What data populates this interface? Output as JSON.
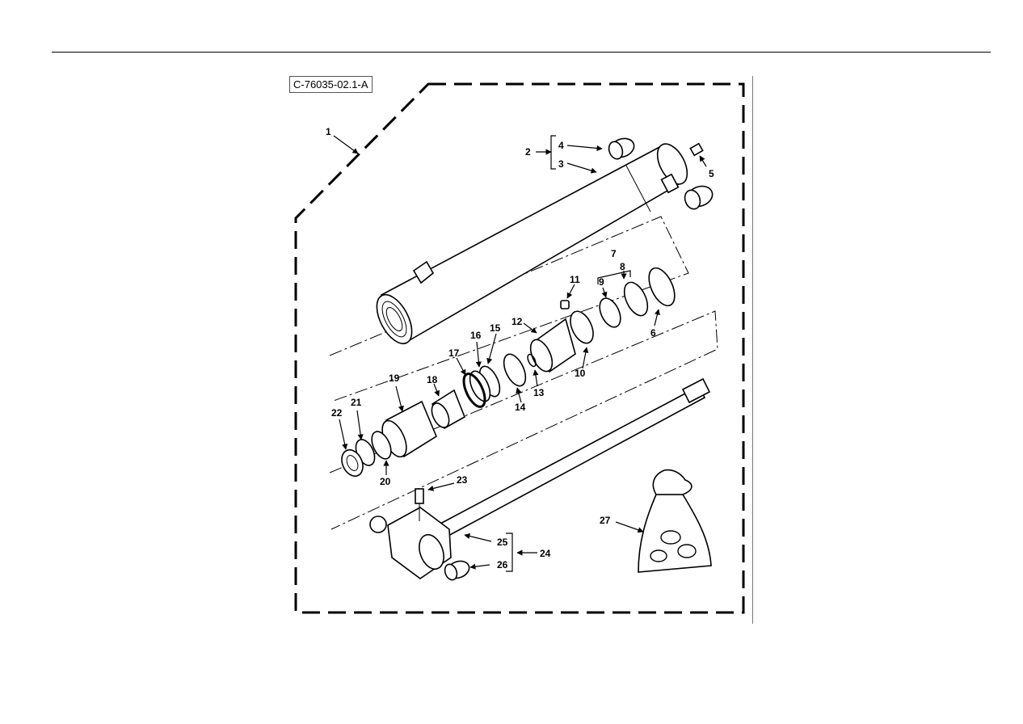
{
  "figure_id": "C-76035-02.1-A",
  "callouts": [
    "1",
    "2",
    "3",
    "4",
    "5",
    "6",
    "7",
    "8",
    "9",
    "10",
    "11",
    "12",
    "13",
    "14",
    "15",
    "16",
    "17",
    "18",
    "19",
    "20",
    "21",
    "22",
    "23",
    "24",
    "25",
    "26",
    "27"
  ]
}
